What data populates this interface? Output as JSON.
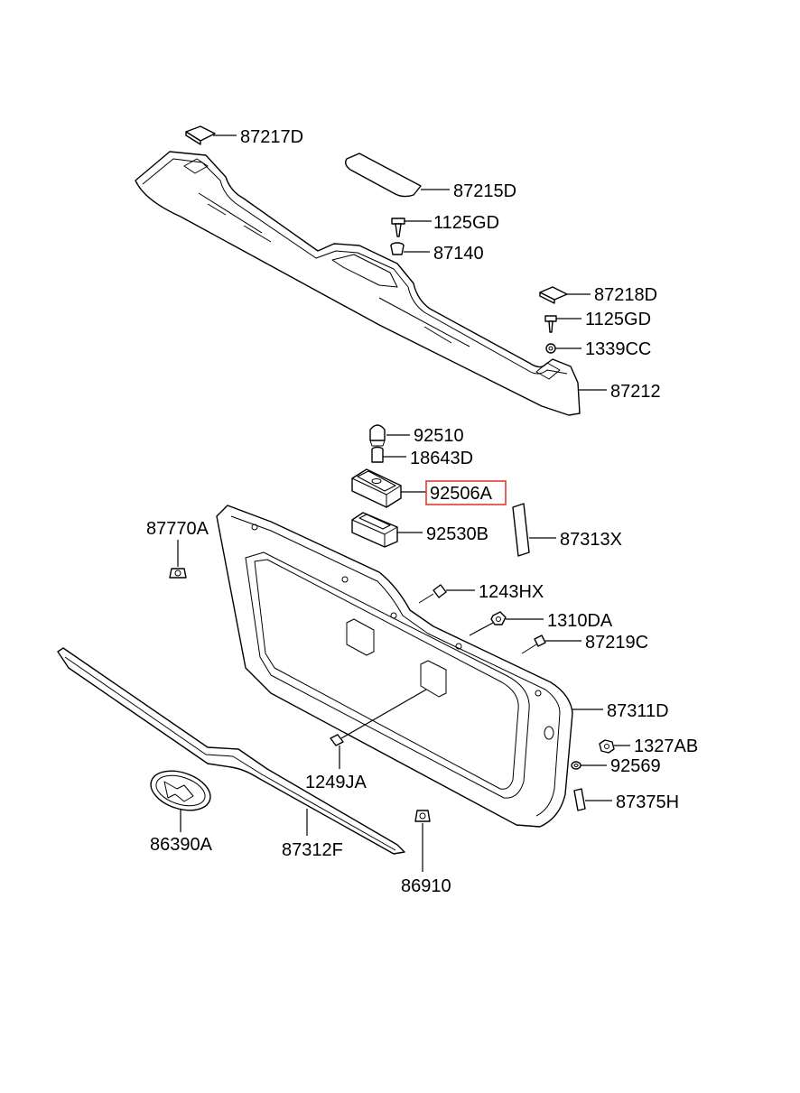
{
  "callouts": {
    "c87217D": "87217D",
    "c87215D": "87215D",
    "c1125GD_a": "1125GD",
    "c87140": "87140",
    "c87218D": "87218D",
    "c1125GD_b": "1125GD",
    "c1339CC": "1339CC",
    "c87212": "87212",
    "c92510": "92510",
    "c18643D": "18643D",
    "c92506A": "92506A",
    "c87770A": "87770A",
    "c92530B": "92530B",
    "c87313X": "87313X",
    "c1243HX": "1243HX",
    "c1310DA": "1310DA",
    "c87219C": "87219C",
    "c87311D": "87311D",
    "c1327AB": "1327AB",
    "c92569": "92569",
    "c1249JA": "1249JA",
    "c87375H": "87375H",
    "c86390A": "86390A",
    "c87312F": "87312F",
    "c86910": "86910"
  },
  "colors": {
    "line": "#000000",
    "background": "#ffffff",
    "highlight": "#e53935"
  }
}
